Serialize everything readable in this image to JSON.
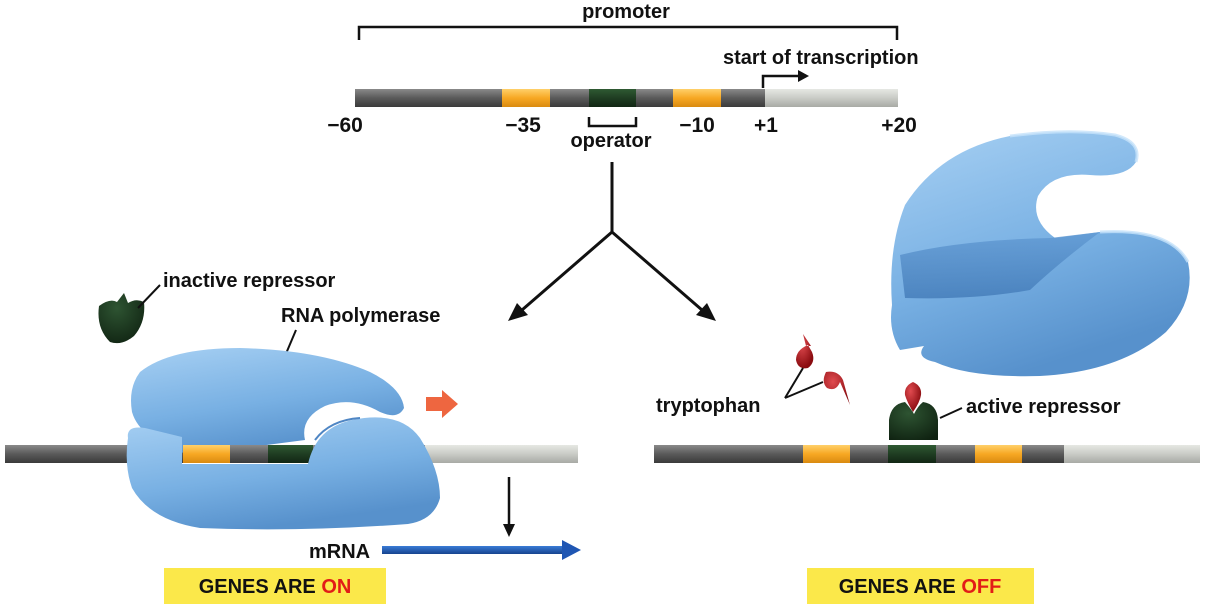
{
  "top": {
    "promoter_label": "promoter",
    "start_label": "start of transcription",
    "operator_label": "operator",
    "ticks": [
      "−60",
      "−35",
      "−10",
      "+1",
      "+20"
    ]
  },
  "left": {
    "inactive_repressor_label": "inactive repressor",
    "rna_polymerase_label": "RNA polymerase",
    "mrna_label": "mRNA",
    "status_prefix": "GENES ARE ",
    "status_word": "ON"
  },
  "right": {
    "tryptophan_label": "tryptophan",
    "active_repressor_label": "active repressor",
    "status_prefix": "GENES ARE ",
    "status_word": "OFF"
  },
  "colors": {
    "dna_dark": "#5a5a5a",
    "dna_light": "#c9cbc6",
    "box_orange": "#f7a823",
    "operator_green": "#1f3d22",
    "protein_blue": "#7db4e6",
    "mrna_blue": "#1f56b3",
    "arrow_red": "#ee6640",
    "tryptophan_red": "#b31218",
    "badge_yellow": "#fbe84a",
    "badge_red": "#e21c17"
  }
}
